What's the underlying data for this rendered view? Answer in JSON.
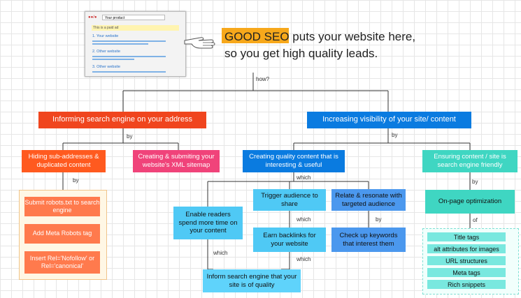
{
  "browser": {
    "address": "Your product",
    "ad_label": "This is a paid ad",
    "results": [
      "1. Your website",
      "2. Other website",
      "3. Other website"
    ]
  },
  "headline": {
    "highlight": "GOOD SEO",
    "line1_rest": " puts your website here,",
    "line2": "so you get high quality leads."
  },
  "connectors": {
    "how": "how?",
    "by1": "by",
    "by2": "by",
    "by3": "by",
    "which1": "which",
    "which2": "which",
    "which3": "which",
    "which4": "which",
    "by4": "by",
    "by5": "by",
    "of": "of"
  },
  "nodes": {
    "informing": "Informing search engine on your address",
    "increasing": "Increasing visibility of your site/ content",
    "hiding": "Hiding sub-addresses & duplicated content",
    "creating_xml": "Creating & submiting your website's XML sitemap",
    "quality_content": "Creating quality content that is interesting & useful",
    "ensuring": "Ensuring content / site is search engine friendly",
    "robots": "Submit robots.txt to search engine",
    "meta_robots": "Add Meta Robots tag",
    "rel": "Insert Rel='Nofollow' or Rel='canonical'",
    "enable_readers": "Enable readers spend more time on your content",
    "trigger": "Trigger audience to share",
    "relate": "Relate & resonate with targeted audience",
    "backlinks": "Earn backlinks for your website",
    "keywords": "Check up keywords that interest them",
    "inform_quality": "Inform search engine that your site is of quality",
    "onpage": "On-page optimization"
  },
  "onpage_items": [
    "Title tags",
    "alt attributes for images",
    "URL structures",
    "Meta tags",
    "Rich snippets"
  ],
  "colors": {
    "red": "#f0451e",
    "blue": "#0a7be0",
    "orange": "#ff5a1f",
    "pink": "#f0437a",
    "teal": "#3fd6c2",
    "sky": "#4fc9f5",
    "mid_blue": "#4b98ee"
  }
}
